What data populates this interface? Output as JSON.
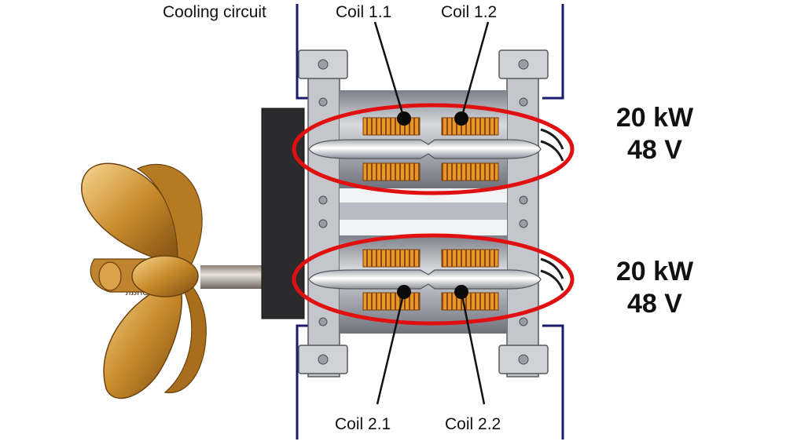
{
  "labels": {
    "cooling": "Cooling circuit",
    "coil_1_1": "Coil 1.1",
    "coil_1_2": "Coil 1.2",
    "coil_2_1": "Coil 2.1",
    "coil_2_2": "Coil 2.2",
    "shaft_mirrored": "Shaft"
  },
  "units": [
    {
      "power": "20 kW",
      "voltage": "48 V"
    },
    {
      "power": "20 kW",
      "voltage": "48 V"
    }
  ],
  "colors": {
    "cooling_line": "#1a1a6e",
    "highlight_ring": "#e01010",
    "coil_fill": "#e8952a",
    "propeller": "#c98a2a",
    "motor_body": "#b9bcc4"
  }
}
